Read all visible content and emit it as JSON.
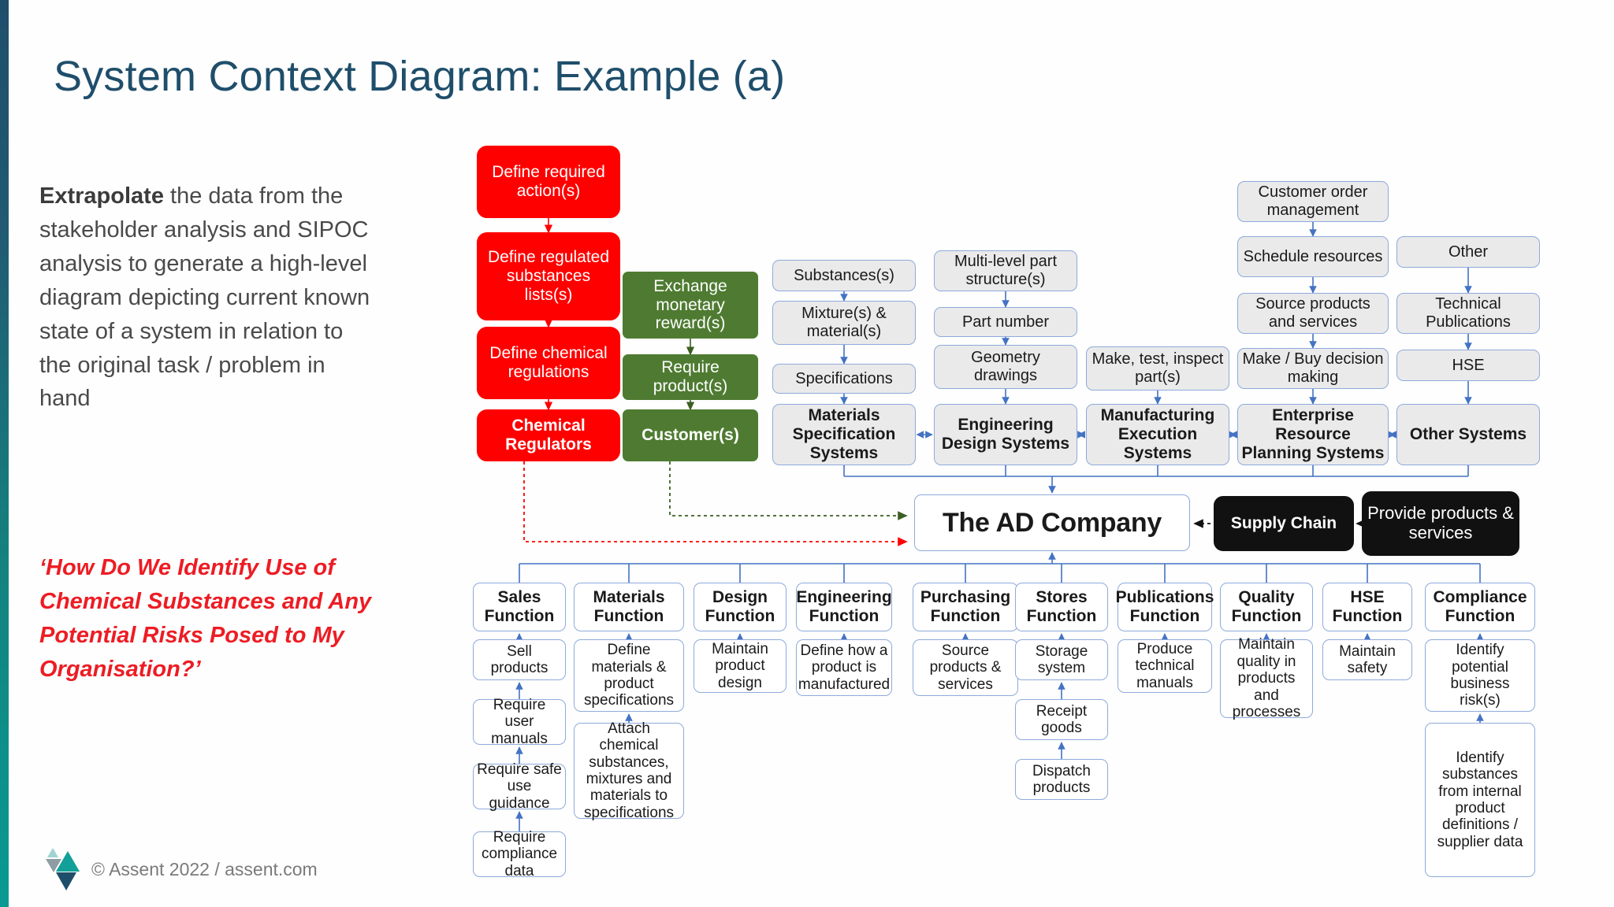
{
  "slide": {
    "title": "System Context Diagram: Example (a)",
    "body_lead": "Extrapolate",
    "body_rest": " the data from the stakeholder analysis and SIPOC analysis to generate a high-level diagram depicting current known state of a system in relation to the original task / problem in hand",
    "question": "‘How Do We Identify Use of Chemical Substances and  Any Potential Risks Posed  to My Organisation?’",
    "footer": "© Assent 2022  / assent.com"
  },
  "colors": {
    "title_blue": "#1F4E6B",
    "accent_teal": "#089A92",
    "red": "#FF0000",
    "green": "#4E7B31",
    "black": "#111111",
    "node_gray": "#EAEAEA",
    "node_border": "#8FAADC",
    "question_red": "#ED1C24",
    "body_gray": "#4A4A4A"
  },
  "diagram": {
    "center": {
      "label": "The AD Company"
    },
    "regulator_chain": [
      "Define required action(s)",
      "Define regulated substances lists(s)",
      "Define chemical regulations",
      "Chemical Regulators"
    ],
    "customer_chain": [
      "Exchange monetary reward(s)",
      "Require product(s)",
      "Customer(s)"
    ],
    "supply_chain": [
      "Supply Chain",
      "Provide products & services"
    ],
    "system_columns": [
      {
        "system": "Materials Specification Systems",
        "inputs": [
          "Substances(s)",
          "Mixture(s) & material(s)",
          "Specifications"
        ]
      },
      {
        "system": "Engineering Design Systems",
        "inputs": [
          "Multi-level part structure(s)",
          "Part number",
          "Geometry drawings"
        ]
      },
      {
        "system": "Manufacturing Execution Systems",
        "inputs": [
          "Make, test, inspect part(s)"
        ]
      },
      {
        "system": "Enterprise Resource Planning Systems",
        "inputs": [
          "Customer order management",
          "Schedule resources",
          "Source products and services",
          "Make / Buy decision making"
        ]
      },
      {
        "system": "Other Systems",
        "inputs": [
          "Other",
          "Technical Publications",
          "HSE"
        ]
      }
    ],
    "function_columns": [
      {
        "function": "Sales Function",
        "activities": [
          "Sell products",
          "Require user manuals",
          "Require safe use guidance",
          "Require compliance data"
        ]
      },
      {
        "function": "Materials Function",
        "activities": [
          "Define materials & product specifications",
          "Attach chemical substances, mixtures and materials to specifications"
        ]
      },
      {
        "function": "Design Function",
        "activities": [
          "Maintain product design"
        ]
      },
      {
        "function": "Engineering Function",
        "activities": [
          "Define how a product is manufactured"
        ]
      },
      {
        "function": "Purchasing Function",
        "activities": [
          "Source products & services"
        ]
      },
      {
        "function": "Stores Function",
        "activities": [
          "Storage system",
          "Receipt goods",
          "Dispatch products"
        ]
      },
      {
        "function": "Publications Function",
        "activities": [
          "Produce technical manuals"
        ]
      },
      {
        "function": "Quality Function",
        "activities": [
          "Maintain quality in products and processes"
        ]
      },
      {
        "function": "HSE Function",
        "activities": [
          "Maintain safety"
        ]
      },
      {
        "function": "Compliance Function",
        "activities": [
          "Identify potential business risk(s)",
          "Identify substances from internal product definitions / supplier data"
        ]
      }
    ]
  }
}
